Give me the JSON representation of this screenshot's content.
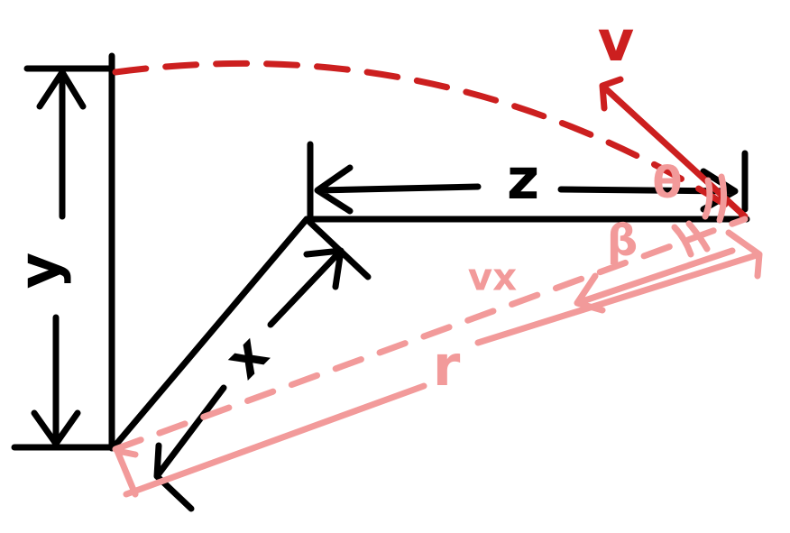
{
  "labels": {
    "y": "y",
    "z": "z",
    "x": "x",
    "v": "v",
    "vx": "vx",
    "r": "r",
    "theta": "θ",
    "beta": "β"
  },
  "colors": {
    "black": "#000000",
    "red": "#cc1f1f",
    "pink": "#f29a9a"
  }
}
